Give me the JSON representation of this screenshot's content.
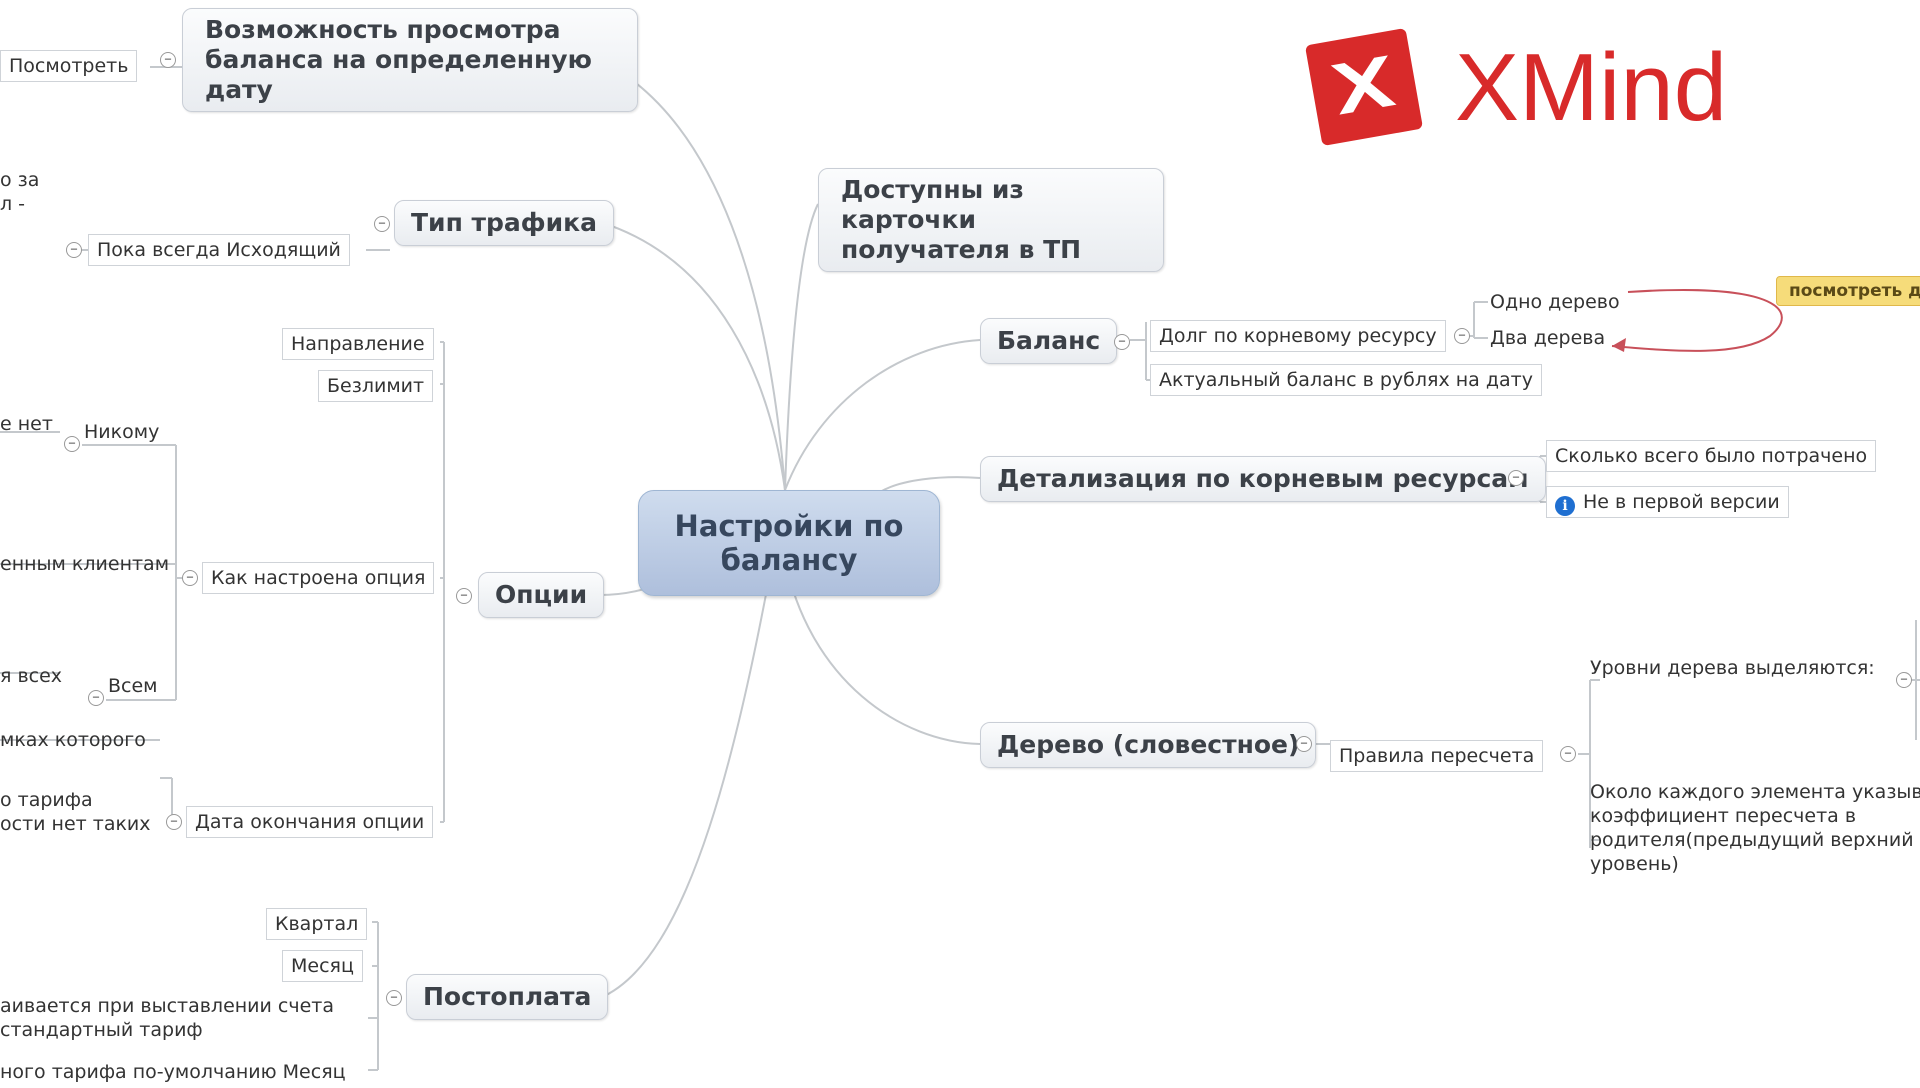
{
  "logo": {
    "text": "XMind",
    "color": "#d82a2a"
  },
  "central_topic": {
    "line1": "Настройки по",
    "line2": "балансу"
  },
  "left_topics": {
    "view_date": {
      "line1": "Возможность просмотра",
      "line2": "баланса на определенную",
      "line3": "дату",
      "child": "Посмотреть"
    },
    "traffic_type": {
      "label": "Тип трафика",
      "child": "Пока всегда Исходящий",
      "cut_line1": "о за",
      "cut_line2": "л -"
    },
    "options": {
      "label": "Опции",
      "children": [
        "Направление",
        "Безлимит",
        "Как настроена опция",
        "Дата окончания опции"
      ],
      "how_configured_children": [
        "Никому",
        "Всем"
      ],
      "cut_texts": [
        "е нет",
        "енным клиентам",
        "я всех",
        "мках которого",
        "о тарифа",
        "ости нет таких"
      ]
    },
    "postpay": {
      "label": "Постоплата",
      "children": [
        "Квартал",
        "Месяц"
      ],
      "cut_texts": [
        "аивается при выставлении счета",
        "стандартный тариф",
        "ного тарифа по-умолчанию Месяц"
      ]
    }
  },
  "right_topics": {
    "available": {
      "line1": "Доступны из карточки",
      "line2": "получателя в ТП"
    },
    "balance": {
      "label": "Баланс",
      "debt": "Долг по корневому ресурсу",
      "one_tree": "Одно дерево",
      "two_trees": "Два дерева",
      "actual": "Актуальный баланс в рублях на дату",
      "note": "посмотреть д"
    },
    "detail": {
      "label": "Детализация по корневым ресурсам",
      "spent": "Сколько всего было потрачено",
      "not_first": "Не в первой версии",
      "info_icon": "info-icon"
    },
    "tree": {
      "label": "Дерево (словестное)",
      "rules": "Правила пересчета",
      "levels": "Уровни дерева выделяются:",
      "coef_line1": "Около каждого элемента указыв",
      "coef_line2": "коэффициент пересчета в",
      "coef_line3": "родителя(предыдущий верхний",
      "coef_line4": "уровень)"
    }
  },
  "colors": {
    "central_fill": "#b9c9e3",
    "topic_border": "#c9ced6",
    "connector": "#c4c8cc",
    "relationship": "#c8505a",
    "note_fill": "#f6dc7a"
  }
}
